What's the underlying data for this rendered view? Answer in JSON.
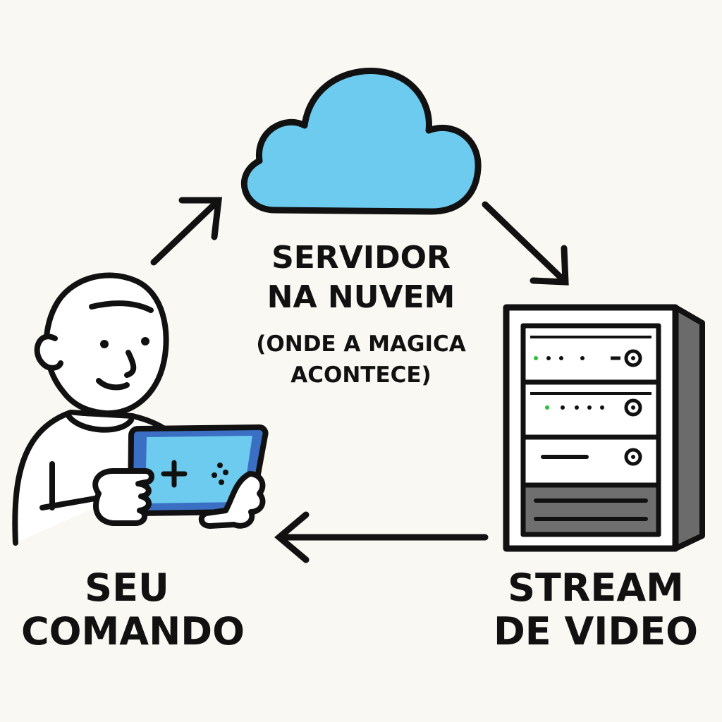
{
  "labels": {
    "cloud": {
      "line1": "SERVIDOR",
      "line2": "NA NUVEM"
    },
    "cloud_note": {
      "line1": "(ONDE A MAGICA",
      "line2": "ACONTECE)"
    },
    "user": {
      "line1": "SEU",
      "line2": "COMANDO"
    },
    "stream": {
      "line1": "STREAM",
      "line2": "DE VIDEO"
    }
  },
  "colors": {
    "background": "#faf8f3",
    "ink": "#111111",
    "cloud_fill": "#6ccbef",
    "tablet_fill": "#6ccbef",
    "tablet_edge": "#3a6fc4",
    "server_side": "#6b6b6b",
    "server_panel_dark": "#6f6f6f",
    "led_green": "#2bbf3a"
  },
  "icons": [
    "cloud-icon",
    "person-icon",
    "tablet-gamepad-icon",
    "server-rack-icon",
    "arrow-icon"
  ]
}
